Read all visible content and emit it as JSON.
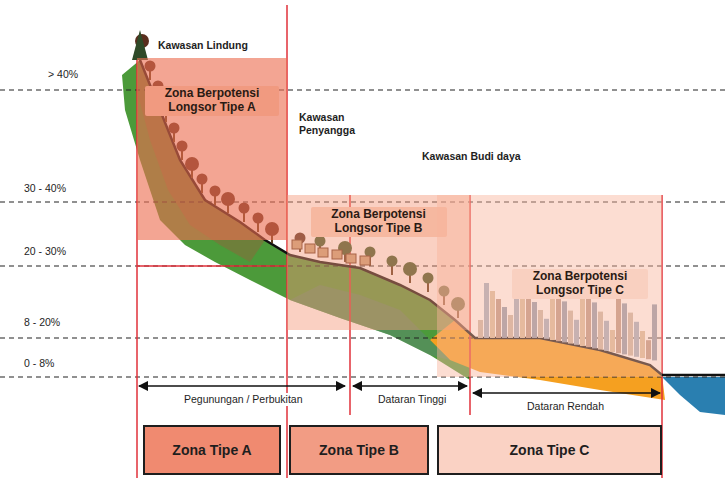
{
  "diagram": {
    "nodes": [
      {
        "text": [
          "Zona Berpotensi Longsor Tipe A"
        ]
      },
      {
        "text": [
          "Zona Berpotensi Longsor Tipe B"
        ]
      },
      {
        "text": [
          "Zona Berpotensi Longsor Tipe C"
        ]
      },
      {
        "text": [
          "Zona Tipe A"
        ]
      },
      {
        "text": [
          "Zona Tipe B"
        ]
      },
      {
        "text": [
          "Zona Tipe C"
        ]
      }
    ],
    "labels": [
      "Kawasan Lindung",
      "Kawasan Penyangga",
      "Kawasan Budi daya",
      "> 40%",
      "30 - 40%",
      "20 - 30%",
      "8 - 20%",
      "0 - 8%",
      "Pegunungan / Perbukitan",
      "Dataran Tinggi",
      "Dataran Rendah"
    ]
  }
}
